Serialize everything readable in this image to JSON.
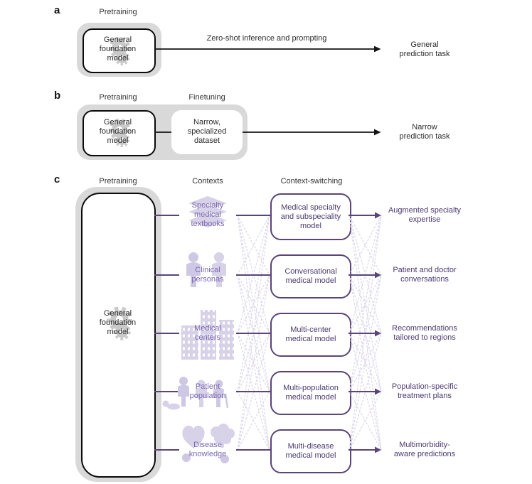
{
  "panels": {
    "a": {
      "letter": "a",
      "pretraining_label": "Pretraining",
      "foundation_box": "General\nfoundation\nmodel",
      "arrow_label": "Zero-shot inference and prompting",
      "output": "General\nprediction task"
    },
    "b": {
      "letter": "b",
      "pretraining_label": "Pretraining",
      "finetuning_label": "Finetuning",
      "foundation_box": "General\nfoundation\nmodel",
      "dataset_box": "Narrow,\nspecialized\ndataset",
      "output": "Narrow\nprediction task"
    },
    "c": {
      "letter": "c",
      "headers": {
        "pretraining": "Pretraining",
        "contexts": "Contexts",
        "context_switching": "Context-switching"
      },
      "foundation_box": "General\nfoundation\nmodel",
      "rows": [
        {
          "context": "Specialty\nmedical\ntextbooks",
          "icon": "books-icon",
          "model": "Medical specialty\nand subspeciality\nmodel",
          "output": "Augmented specialty\nexpertise"
        },
        {
          "context": "Clinical\npersonas",
          "icon": "personas-icon",
          "model": "Conversational\nmedical model",
          "output": "Patient and doctor\nconversations"
        },
        {
          "context": "Medical\ncenters",
          "icon": "buildings-icon",
          "model": "Multi-center\nmedical model",
          "output": "Recommendations\ntailored to regions"
        },
        {
          "context": "Patient\npopulation",
          "icon": "population-icon",
          "model": "Multi-population\nmedical model",
          "output": "Population-specific\ntreatment plans"
        },
        {
          "context": "Disease\nknowledge",
          "icon": "organs-icon",
          "model": "Multi-disease\nmedical model",
          "output": "Multimorbidity-\naware predictions"
        }
      ]
    }
  },
  "colors": {
    "accent_dark_purple": "#5a4478",
    "text_purple": "#4c3a70",
    "context_purple": "#7b68ae",
    "icon_lavender": "#d8d2e9",
    "dotted_lavender": "#ded9ec",
    "halo_gray": "#d9d9d9",
    "line_black": "#141414",
    "gear_gray": "#c9c9c9"
  }
}
